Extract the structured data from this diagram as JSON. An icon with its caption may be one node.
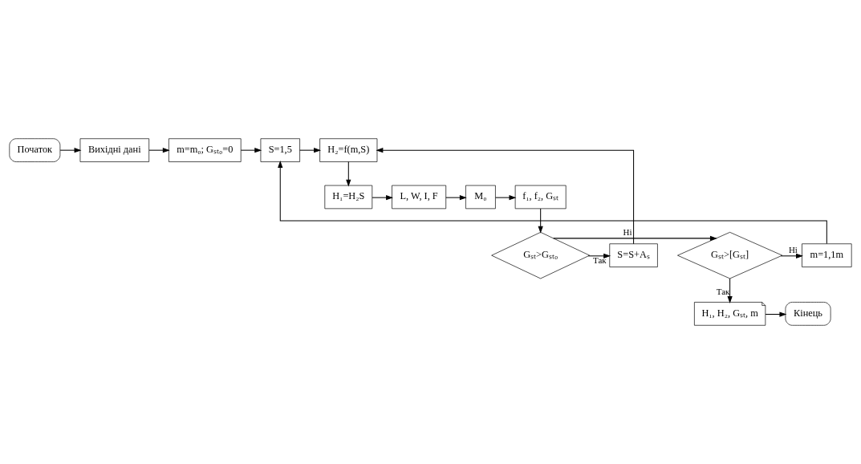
{
  "diagram": {
    "nodes": [
      {
        "text": [
          "Початок"
        ]
      },
      {
        "text": [
          "Вихідні дані"
        ]
      },
      {
        "text": [
          "m=m₀; Gₛₜ₀=0"
        ]
      },
      {
        "text": [
          "S=1,5"
        ]
      },
      {
        "text": [
          "H₂=f(m,S)"
        ]
      },
      {
        "text": [
          "H₁=H₂S"
        ]
      },
      {
        "text": [
          "L, W, I, F"
        ]
      },
      {
        "text": [
          "M₀"
        ]
      },
      {
        "text": [
          "f₁, f₂, Gₛₜ"
        ]
      },
      {
        "text": [
          "Gₛₜ>Gₛₜ₀"
        ]
      },
      {
        "text": [
          "Gₛₜ>[Gₛₜ]"
        ]
      },
      {
        "text": [
          "m=1,1m"
        ]
      },
      {
        "text": [
          "S=S+Aₛ"
        ]
      },
      {
        "text": [
          "H₁, H₂, Gₛₜ, m"
        ]
      },
      {
        "text": [
          "Кінець"
        ]
      }
    ],
    "edges": [
      {
        "from": 0,
        "to": 1,
        "arrow": "to"
      },
      {
        "from": 1,
        "to": 2,
        "arrow": "to"
      },
      {
        "from": 2,
        "to": 3,
        "arrow": "to"
      },
      {
        "from": 3,
        "to": 4,
        "arrow": "to"
      },
      {
        "from": 4,
        "to": 5,
        "arrow": "to"
      },
      {
        "from": 5,
        "to": 6,
        "arrow": "to"
      },
      {
        "from": 6,
        "to": 7,
        "arrow": "to"
      },
      {
        "from": 7,
        "to": 8,
        "arrow": "to"
      },
      {
        "from": 8,
        "to": 9,
        "arrow": "to"
      },
      {
        "from": 9,
        "to": 12,
        "arrow": "to",
        "label": "Так"
      },
      {
        "from": 9,
        "to": 10,
        "arrow": "to",
        "label": "Ні"
      },
      {
        "from": 10,
        "to": 11,
        "arrow": "to",
        "label": "Ні"
      },
      {
        "from": 10,
        "to": 13,
        "arrow": "to",
        "label": "Так"
      },
      {
        "from": 13,
        "to": 14,
        "arrow": "to"
      },
      {
        "from": 11,
        "to": 3,
        "arrow": "to"
      },
      {
        "from": 12,
        "to": 4,
        "arrow": "to"
      }
    ]
  }
}
